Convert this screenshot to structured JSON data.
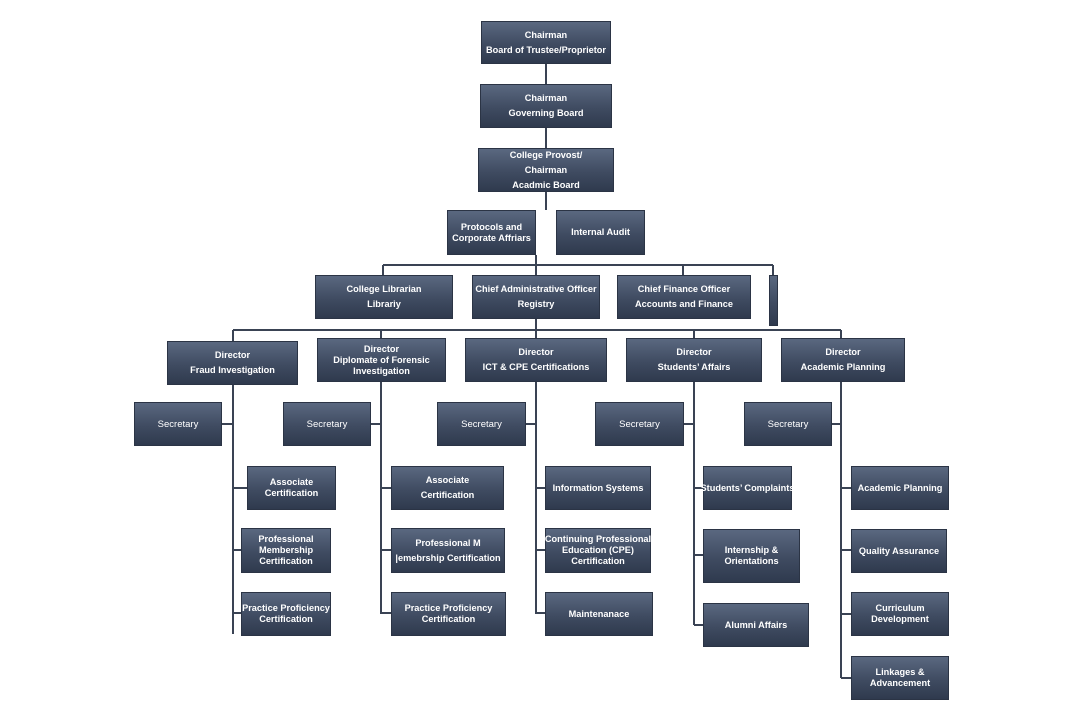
{
  "nodes": {
    "board_trustee": [
      "Chairman",
      "Board of Trustee/Proprietor"
    ],
    "governing_board": [
      "Chairman",
      "Governing Board"
    ],
    "provost": [
      "College Provost/",
      "Chairman",
      "Acadmic Board"
    ],
    "protocols": [
      "Protocols and",
      "Corporate Affriars"
    ],
    "internal_audit": [
      "Internal Audit"
    ],
    "librarian": [
      "College Librarian",
      "Librariy"
    ],
    "cao": [
      "Chief Administrative Officer",
      "Registry"
    ],
    "cfo": [
      "Chief Finance Officer",
      "Accounts and Finance"
    ],
    "blank_unit": [],
    "dir_fraud": [
      "Director",
      "Fraud Investigation"
    ],
    "dir_forensic": [
      "Director",
      "Diplomate of Forensic",
      "Investigation"
    ],
    "dir_ict": [
      "Director",
      "ICT & CPE Certifications"
    ],
    "dir_students": [
      "Director",
      "Students’ Affairs"
    ],
    "dir_academic": [
      "Director",
      "Academic Planning"
    ],
    "sec_fraud": [
      "Secretary"
    ],
    "sec_forensic": [
      "Secretary"
    ],
    "sec_ict": [
      "Secretary"
    ],
    "sec_students": [
      "Secretary"
    ],
    "sec_academic": [
      "Secretary"
    ],
    "fraud_assoc": [
      "Associate",
      "Certification"
    ],
    "fraud_prof": [
      "Professional",
      "Membership",
      "Certification"
    ],
    "fraud_practice": [
      "Practice Proficiency",
      "Certification"
    ],
    "for_assoc": [
      "Associate",
      "Certification"
    ],
    "for_prof": [
      "Professional M",
      "|emebrship Certification"
    ],
    "for_practice": [
      "Practice Proficiency",
      "Certification"
    ],
    "ict_info": [
      "Information Systems"
    ],
    "ict_cpe": [
      "Continuing Professional",
      "Education (CPE)",
      "Certification"
    ],
    "ict_maint": [
      "Maintenanace"
    ],
    "stu_complaints": [
      "Students’ Complaints"
    ],
    "stu_intern": [
      "Internship &",
      "Orientations"
    ],
    "stu_alumni": [
      "Alumni Affairs"
    ],
    "aca_planning": [
      "Academic Planning"
    ],
    "aca_quality": [
      "Quality Assurance"
    ],
    "aca_curriculum": [
      "Curriculum",
      "Development"
    ],
    "aca_linkages": [
      "Linkages &",
      "Advancement"
    ]
  },
  "colors": {
    "box_top": "#5a6880",
    "box_bottom": "#2f3a4e",
    "connector": "#3a4354"
  }
}
